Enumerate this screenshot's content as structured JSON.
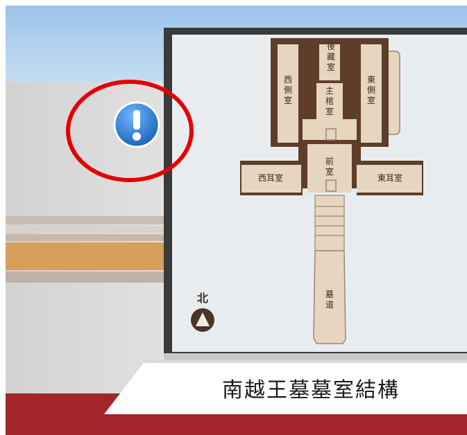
{
  "scene": {
    "colors": {
      "sky": "#b7d5f1",
      "wall": "#dcdcdc",
      "floor": "#a3262a",
      "board_frame": "#3a3a3a",
      "map_paper": "#e9ecef",
      "wall_dark": "#5e3d2a",
      "room_fill": "#e6d5bf",
      "alert_ring": "#e50000",
      "alert_icon": "#2a7fd0"
    }
  },
  "map": {
    "rooms": {
      "rear_storage": "後藏室",
      "west_side": "西側室",
      "main_coffin": "主棺室",
      "east_side": "東側室",
      "front": "前室",
      "west_ear": "西耳室",
      "east_ear": "東耳室",
      "passage": "墓道"
    },
    "north_label": "北"
  },
  "plaque": {
    "title": "南越王墓墓室結構"
  },
  "hud": {
    "alert_icon": "exclamation-icon"
  }
}
